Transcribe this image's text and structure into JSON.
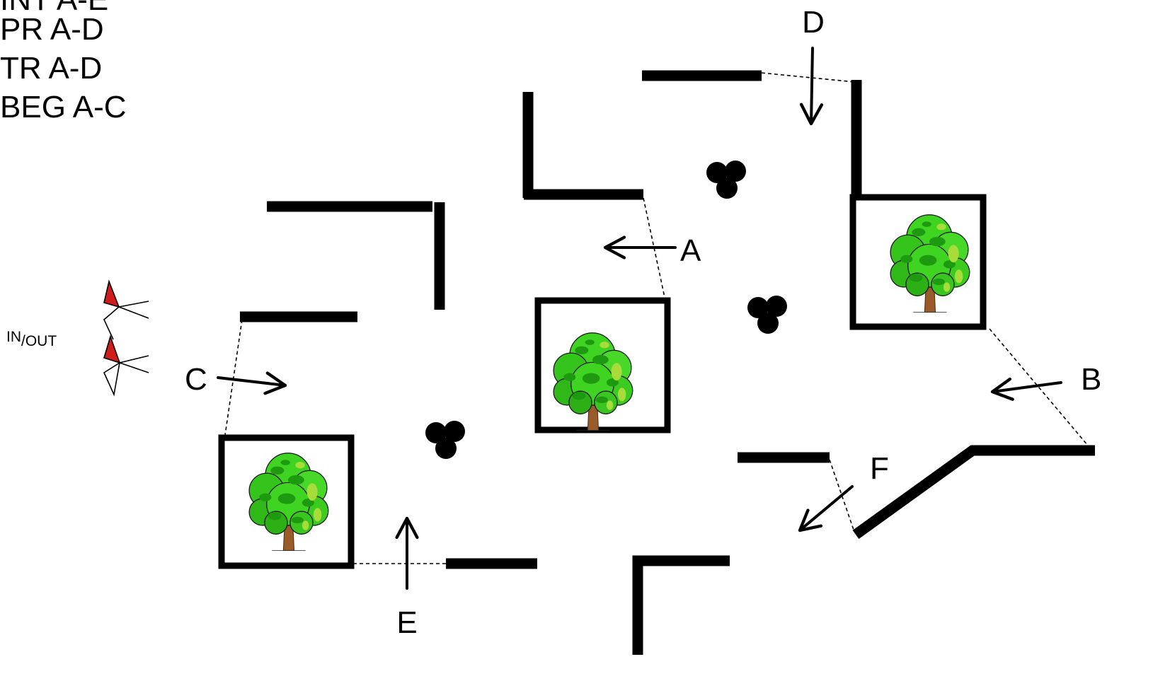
{
  "legend": [
    {
      "text": "INT  A-E"
    },
    {
      "text": "PR  A-D"
    },
    {
      "text": "TR  A-D"
    },
    {
      "text": "BEG A-C"
    }
  ],
  "entrance_label": {
    "prefix": "IN",
    "suffix": "/OUT"
  },
  "point_labels": {
    "A": "A",
    "B": "B",
    "C": "C",
    "D": "D",
    "E": "E",
    "F": "F"
  },
  "icons": {
    "tree": "tree-icon",
    "stone_cluster": "stone-cluster-icon",
    "flag": "flag-icon"
  },
  "colors": {
    "ink": "#000000",
    "leaf_dark": "#1e9a10",
    "leaf_mid": "#3fd322",
    "leaf_light": "#a8dc3a",
    "trunk": "#9a5b2b",
    "flag_red": "#d01c1c"
  }
}
